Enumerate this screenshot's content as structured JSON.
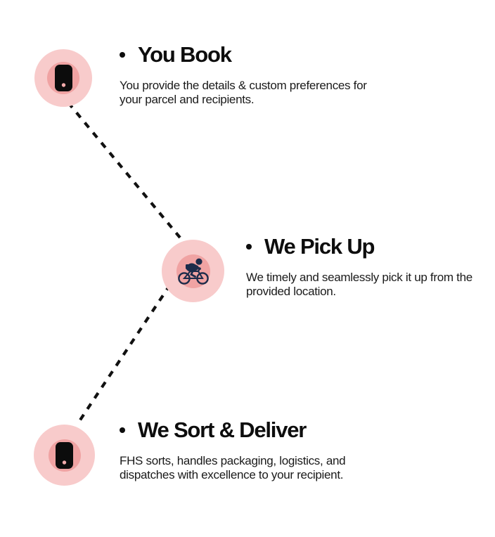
{
  "section": {
    "background": "#ffffff",
    "name": "delivery-process-steps"
  },
  "colors": {
    "circle_outer": "#f8cbcb",
    "circle_inner": "#f0a3a3",
    "phone_body": "#0c0c0c",
    "phone_dot": "#f3abab",
    "courier_navy": "#1c2b4a",
    "connector": "#111111",
    "title_text": "#0d0d0d",
    "body_text": "#1a1a1a"
  },
  "steps": [
    {
      "title": "You Book",
      "description_line1": "You provide the details & custom preferences for",
      "description_line2": "your parcel and recipients.",
      "icon": "phone-icon"
    },
    {
      "title": "We Pick Up",
      "description_line1": "We timely and seamlessly pick it up from the",
      "description_line2": "provided location.",
      "icon": "bicycle-courier-icon"
    },
    {
      "title": "We Sort & Deliver",
      "description_line1": "FHS sorts, handles packaging, logistics, and",
      "description_line2": "dispatches with excellence to your recipient.",
      "icon": "phone-icon"
    }
  ]
}
